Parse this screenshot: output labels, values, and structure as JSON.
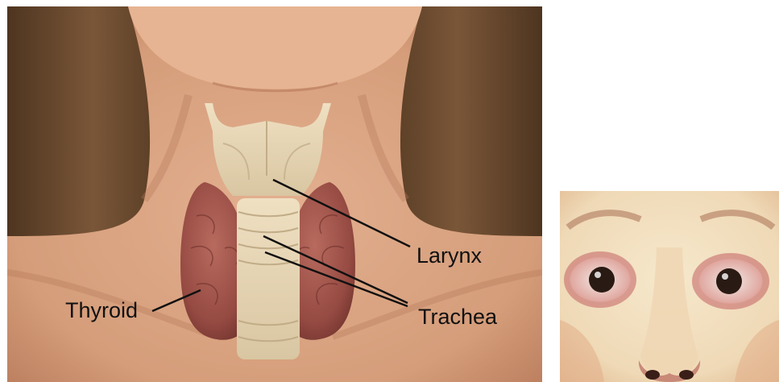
{
  "diagram": {
    "labels": {
      "larynx": "Larynx",
      "trachea": "Trachea",
      "thyroid": "Thyroid"
    }
  },
  "colors": {
    "background": "#ffffff",
    "hair": "#6b4a30",
    "skin": "#d9a27f",
    "skin_shadow": "#c58a68",
    "thyroid": "#9a5048",
    "cartilage": "#e8d8b8",
    "leader_line": "#111111",
    "eye_iris": "#2a1a14",
    "eye_redness": "#c85a5a"
  },
  "icons": {
    "anatomy": "neck-thyroid-illustration",
    "photo": "bulging-eyes-photo"
  }
}
